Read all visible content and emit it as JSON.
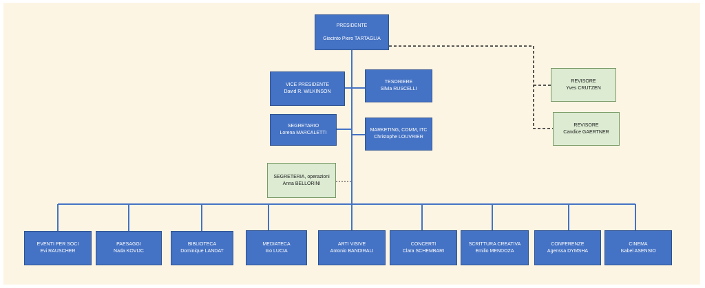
{
  "colors": {
    "box": "#4472c4",
    "box_border": "#2f528f",
    "line": "#4472c4",
    "green_box": "#dcebd2",
    "background": "#fdf5e4"
  },
  "president": {
    "role": "PRESIDENTE",
    "name": "Giacinto Piero TARTAGLIA"
  },
  "vice_president": {
    "role": "VICE PRESIDENTE",
    "name": "David R. WILKINSON"
  },
  "treasurer": {
    "role": "TESORIERE",
    "name": "Silvia RUSCELLI"
  },
  "secretary": {
    "role": "SEGRETARIO",
    "name": "Lorena MARCALETTI"
  },
  "marketing": {
    "role": "MARKETING, COMM, ITC",
    "name": "Christophe LOUVRIER"
  },
  "secretariat": {
    "role": "SEGRETERIA, operazioni",
    "name": "Anna BELLORINI"
  },
  "auditors": [
    {
      "role": "REVISORE",
      "name": "Yves CRUTZEN"
    },
    {
      "role": "REVISORE",
      "name": "Candice GAERTNER"
    }
  ],
  "departments": [
    {
      "role": "EVENTI PER SOCI",
      "name": "Evi RAUSCHER"
    },
    {
      "role": "PAESAGGI",
      "name": "Nada KOVIJC"
    },
    {
      "role": "BIBLIOTECA",
      "name": "Dominique LANDAT"
    },
    {
      "role": "MEDIATECA",
      "name": "Ino LUCIA"
    },
    {
      "role": "ARTI VISIVE",
      "name": "Antonio BANDIRALI"
    },
    {
      "role": "CONCERTI",
      "name": "Clara SCHEMBARI"
    },
    {
      "role": "SCRITTURA CREATIVA",
      "name": "Emilio MENDOZA"
    },
    {
      "role": "CONFERENZE",
      "name": "Agenssa DYMSHA"
    },
    {
      "role": "CINEMA",
      "name": "Isabel ASENSIO"
    }
  ]
}
